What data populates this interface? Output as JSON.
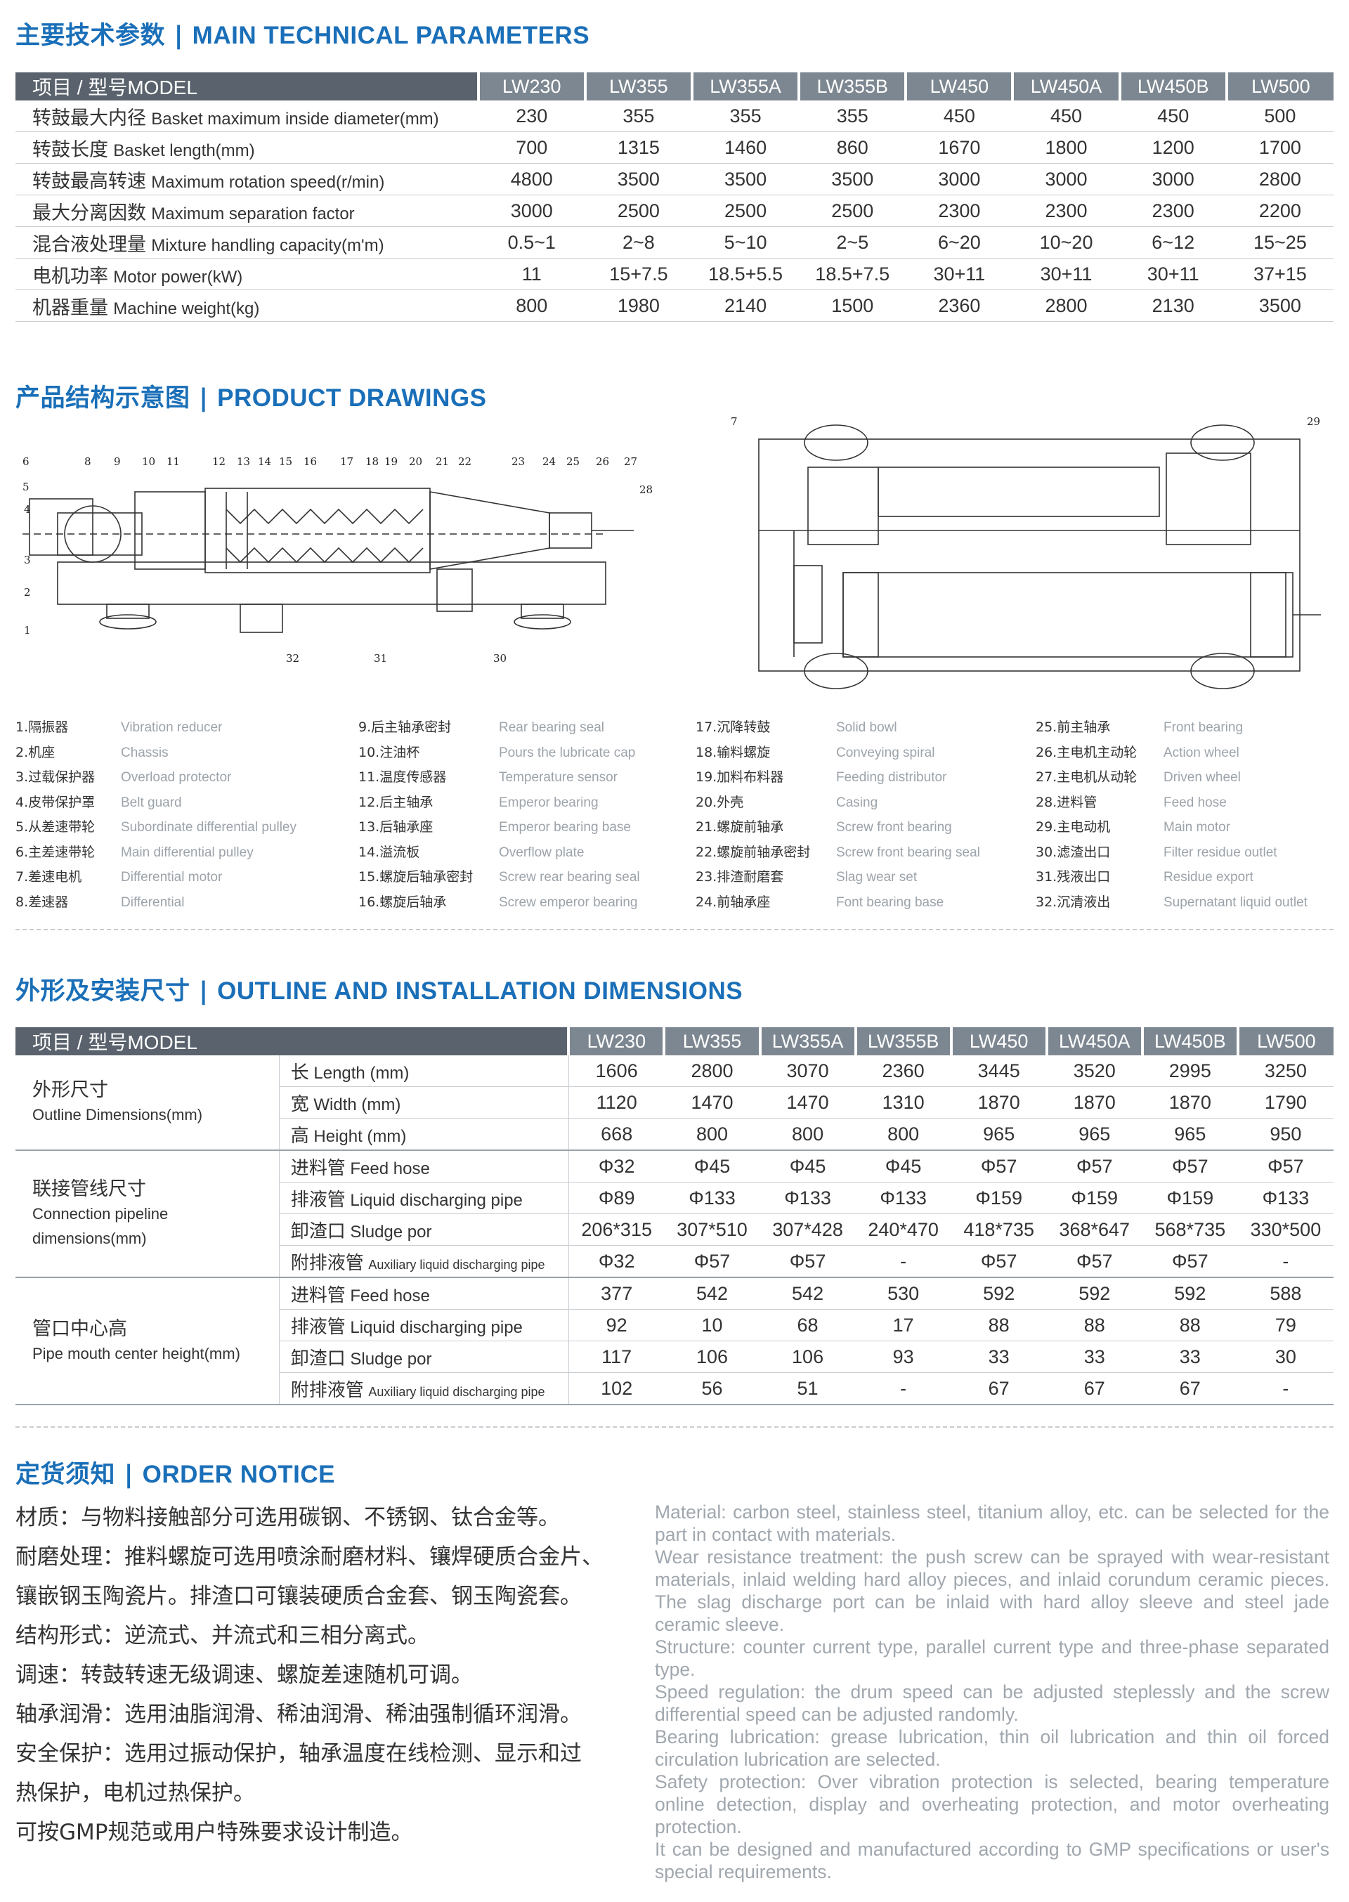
{
  "sections": {
    "tech_title_cn": "主要技术参数",
    "tech_title_en": "MAIN TECHNICAL PARAMETERS",
    "draw_title_cn": "产品结构示意图",
    "draw_title_en": "PRODUCT DRAWINGS",
    "dim_title_cn": "外形及安装尺寸",
    "dim_title_en": "OUTLINE AND INSTALLATION DIMENSIONS",
    "order_title_cn": "定货须知",
    "order_title_en": "ORDER NOTICE",
    "separator": " | "
  },
  "tech_table": {
    "header_label": "项目 / 型号MODEL",
    "models": [
      "LW230",
      "LW355",
      "LW355A",
      "LW355B",
      "LW450",
      "LW450A",
      "LW450B",
      "LW500"
    ],
    "rows": [
      {
        "cn": "转鼓最大内径",
        "en": "Basket maximum inside diameter(mm)",
        "values": [
          "230",
          "355",
          "355",
          "355",
          "450",
          "450",
          "450",
          "500"
        ]
      },
      {
        "cn": "转鼓长度",
        "en": "Basket  length(mm)",
        "values": [
          "700",
          "1315",
          "1460",
          "860",
          "1670",
          "1800",
          "1200",
          "1700"
        ]
      },
      {
        "cn": "转鼓最高转速",
        "en": "Maximum rotation speed(r/min)",
        "values": [
          "4800",
          "3500",
          "3500",
          "3500",
          "3000",
          "3000",
          "3000",
          "2800"
        ]
      },
      {
        "cn": "最大分离因数",
        "en": "Maximum separation factor",
        "values": [
          "3000",
          "2500",
          "2500",
          "2500",
          "2300",
          "2300",
          "2300",
          "2200"
        ]
      },
      {
        "cn": "混合液处理量",
        "en": "Mixture handling capacity(m'm)",
        "values": [
          "0.5~1",
          "2~8",
          "5~10",
          "2~5",
          "6~20",
          "10~20",
          "6~12",
          "15~25"
        ]
      },
      {
        "cn": "电机功率",
        "en": "Motor power(kW)",
        "values": [
          "11",
          "15+7.5",
          "18.5+5.5",
          "18.5+7.5",
          "30+11",
          "30+11",
          "30+11",
          "37+15"
        ]
      },
      {
        "cn": "机器重量",
        "en": "Machine weight(kg)",
        "values": [
          "800",
          "1980",
          "2140",
          "1500",
          "2360",
          "2800",
          "2130",
          "3500"
        ]
      }
    ]
  },
  "drawing_labels": {
    "left_top": [
      "6",
      "8",
      "9",
      "10",
      "11",
      "12",
      "13",
      "14",
      "15",
      "16",
      "17",
      "18",
      "19",
      "20",
      "21",
      "22",
      "23",
      "24",
      "25",
      "26",
      "27"
    ],
    "left_side": [
      "5",
      "4",
      "3",
      "2",
      "1"
    ],
    "left_other": [
      "28",
      "32",
      "31",
      "30"
    ],
    "right": [
      "7",
      "29"
    ]
  },
  "legend": [
    [
      {
        "cn": "1.隔振器",
        "en": "Vibration reducer"
      },
      {
        "cn": "2.机座",
        "en": "Chassis"
      },
      {
        "cn": "3.过载保护器",
        "en": "Overload protector"
      },
      {
        "cn": "4.皮带保护罩",
        "en": "Belt guard"
      },
      {
        "cn": "5.从差速带轮",
        "en": "Subordinate differential pulley"
      },
      {
        "cn": "6.主差速带轮",
        "en": "Main differential pulley"
      },
      {
        "cn": "7.差速电机",
        "en": "Differential motor"
      },
      {
        "cn": "8.差速器",
        "en": "Differential"
      }
    ],
    [
      {
        "cn": "9.后主轴承密封",
        "en": "Rear bearing seal"
      },
      {
        "cn": "10.注油杯",
        "en": "Pours the lubricate cap"
      },
      {
        "cn": "11.温度传感器",
        "en": "Temperature sensor"
      },
      {
        "cn": "12.后主轴承",
        "en": "Emperor bearing"
      },
      {
        "cn": "13.后轴承座",
        "en": "Emperor bearing base"
      },
      {
        "cn": "14.溢流板",
        "en": "Overflow plate"
      },
      {
        "cn": "15.螺旋后轴承密封",
        "en": "Screw rear bearing seal"
      },
      {
        "cn": "16.螺旋后轴承",
        "en": "Screw emperor bearing"
      }
    ],
    [
      {
        "cn": "17.沉降转鼓",
        "en": "Solid bowl"
      },
      {
        "cn": "18.输料螺旋",
        "en": "Conveying spiral"
      },
      {
        "cn": "19.加料布料器",
        "en": "Feeding distributor"
      },
      {
        "cn": "20.外壳",
        "en": "Casing"
      },
      {
        "cn": "21.螺旋前轴承",
        "en": "Screw front bearing"
      },
      {
        "cn": "22.螺旋前轴承密封",
        "en": "Screw front bearing seal"
      },
      {
        "cn": "23.排渣耐磨套",
        "en": "Slag wear set"
      },
      {
        "cn": "24.前轴承座",
        "en": "Font bearing base"
      }
    ],
    [
      {
        "cn": "25.前主轴承",
        "en": "Front bearing"
      },
      {
        "cn": "26.主电机主动轮",
        "en": "Action wheel"
      },
      {
        "cn": "27.主电机从动轮",
        "en": "Driven wheel"
      },
      {
        "cn": "28.进料管",
        "en": "Feed hose"
      },
      {
        "cn": "29.主电动机",
        "en": "Main motor"
      },
      {
        "cn": "30.滤渣出口",
        "en": "Filter residue outlet"
      },
      {
        "cn": "31.残液出口",
        "en": "Residue export"
      },
      {
        "cn": "32.沉清液出",
        "en": "Supernatant liquid outlet"
      }
    ]
  ],
  "dim_table": {
    "header_label": "项目 / 型号MODEL",
    "models": [
      "LW230",
      "LW355",
      "LW355A",
      "LW355B",
      "LW450",
      "LW450A",
      "LW450B",
      "LW500"
    ],
    "groups": [
      {
        "cn": "外形尺寸",
        "en": "Outline Dimensions(mm)",
        "rows": [
          {
            "cn": "长",
            "en": "Length (mm)",
            "small": false,
            "values": [
              "1606",
              "2800",
              "3070",
              "2360",
              "3445",
              "3520",
              "2995",
              "3250"
            ]
          },
          {
            "cn": "宽",
            "en": "Width (mm)",
            "small": false,
            "values": [
              "1120",
              "1470",
              "1470",
              "1310",
              "1870",
              "1870",
              "1870",
              "1790"
            ]
          },
          {
            "cn": "高",
            "en": "Height (mm)",
            "small": false,
            "values": [
              "668",
              "800",
              "800",
              "800",
              "965",
              "965",
              "965",
              "950"
            ]
          }
        ]
      },
      {
        "cn": "联接管线尺寸",
        "en": "Connection pipeline dimensions(mm)",
        "rows": [
          {
            "cn": "进料管",
            "en": "Feed hose",
            "small": false,
            "values": [
              "Φ32",
              "Φ45",
              "Φ45",
              "Φ45",
              "Φ57",
              "Φ57",
              "Φ57",
              "Φ57"
            ]
          },
          {
            "cn": "排液管",
            "en": "Liquid discharging pipe",
            "small": false,
            "values": [
              "Φ89",
              "Φ133",
              "Φ133",
              "Φ133",
              "Φ159",
              "Φ159",
              "Φ159",
              "Φ133"
            ]
          },
          {
            "cn": "卸渣口",
            "en": "Sludge por",
            "small": false,
            "values": [
              "206*315",
              "307*510",
              "307*428",
              "240*470",
              "418*735",
              "368*647",
              "568*735",
              "330*500"
            ]
          },
          {
            "cn": "附排液管",
            "en": "Auxiliary liquid discharging pipe",
            "small": true,
            "values": [
              "Φ32",
              "Φ57",
              "Φ57",
              "-",
              "Φ57",
              "Φ57",
              "Φ57",
              "-"
            ]
          }
        ]
      },
      {
        "cn": "管口中心高",
        "en": "Pipe mouth center height(mm)",
        "rows": [
          {
            "cn": "进料管",
            "en": "Feed hose",
            "small": false,
            "values": [
              "377",
              "542",
              "542",
              "530",
              "592",
              "592",
              "592",
              "588"
            ]
          },
          {
            "cn": "排液管",
            "en": "Liquid discharging pipe",
            "small": false,
            "values": [
              "92",
              "10",
              "68",
              "17",
              "88",
              "88",
              "88",
              "79"
            ]
          },
          {
            "cn": "卸渣口",
            "en": "Sludge por",
            "small": false,
            "values": [
              "117",
              "106",
              "106",
              "93",
              "33",
              "33",
              "33",
              "30"
            ]
          },
          {
            "cn": "附排液管",
            "en": "Auxiliary liquid discharging pipe",
            "small": true,
            "values": [
              "102",
              "56",
              "51",
              "-",
              "67",
              "67",
              "67",
              "-"
            ]
          }
        ]
      }
    ]
  },
  "order_notice": {
    "cn": [
      "材质：与物料接触部分可选用碳钢、不锈钢、钛合金等。",
      "耐磨处理：推料螺旋可选用喷涂耐磨材料、镶焊硬质合金片、",
      "镶嵌钢玉陶瓷片。排渣口可镶装硬质合金套、钢玉陶瓷套。",
      "结构形式：逆流式、并流式和三相分离式。",
      "调速：转鼓转速无级调速、螺旋差速随机可调。",
      "轴承润滑：选用油脂润滑、稀油润滑、稀油强制循环润滑。",
      "安全保护：选用过振动保护，轴承温度在线检测、显示和过",
      "热保护，电机过热保护。",
      "可按GMP规范或用户特殊要求设计制造。"
    ],
    "en": [
      "Material: carbon steel, stainless steel, titanium alloy, etc. can be selected for the part in contact with materials.",
      "Wear resistance treatment: the push screw can be sprayed with wear-resistant materials, inlaid welding hard alloy pieces, and inlaid corundum ceramic pieces. The slag discharge port can be inlaid with hard alloy sleeve and steel jade ceramic sleeve.",
      "Structure: counter current type, parallel current type and three-phase separated type.",
      "Speed regulation: the drum speed can be adjusted steplessly and the screw differential speed can be adjusted randomly.",
      "Bearing lubrication: grease lubrication, thin oil lubrication and thin oil forced circulation lubrication are selected.",
      "Safety protection: Over vibration protection is selected, bearing temperature online detection, display and overheating protection, and motor overheating protection.",
      "It can be designed and manufactured according to GMP specifications or user's special requirements."
    ]
  },
  "colors": {
    "title_blue": "#1a6fb8",
    "header_dark": "#5a636d",
    "header_mid": "#7d8791",
    "legend_en_gray": "#9ca3aa"
  }
}
